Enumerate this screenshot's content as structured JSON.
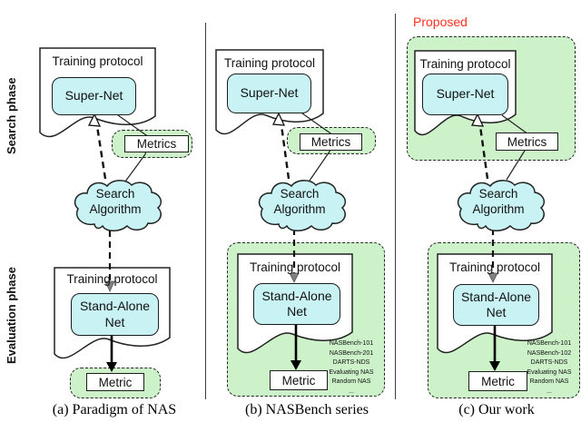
{
  "figure": {
    "phases": {
      "search": "Search phase",
      "evaluation": "Evaluation phase"
    },
    "proposed": "Proposed",
    "columns": [
      {
        "caption": "(a) Paradigm of NAS",
        "search": {
          "training_protocol": "Training protocol",
          "supernet": "Super-Net",
          "metrics": "Metrics"
        },
        "algorithm": "Search Algorithm",
        "evaluation": {
          "training_protocol": "Training protocol",
          "standalone": "Stand-Alone Net",
          "metric": "Metric"
        },
        "benchmarks": []
      },
      {
        "caption": "(b) NASBench series",
        "search": {
          "training_protocol": "Training protocol",
          "supernet": "Super-Net",
          "metrics": "Metrics"
        },
        "algorithm": "Search Algorithm",
        "evaluation": {
          "training_protocol": "Training protocol",
          "standalone": "Stand-Alone Net",
          "metric": "Metric"
        },
        "benchmarks": [
          "NASBench-101",
          "NASBench-201",
          "DARTS-NDS",
          "Evaluating NAS",
          "Random NAS",
          "..."
        ]
      },
      {
        "caption": "(c) Our work",
        "search": {
          "training_protocol": "Training protocol",
          "supernet": "Super-Net",
          "metrics": "Metrics"
        },
        "algorithm": "Search Algorithm",
        "evaluation": {
          "training_protocol": "Training protocol",
          "standalone": "Stand-Alone Net",
          "metric": "Metric"
        },
        "benchmarks": [
          "NASBench-101",
          "NASBench-102",
          "DARTS-NDS",
          "Evaluating NAS",
          "Random NAS",
          "..."
        ]
      }
    ],
    "colors": {
      "node_fill_cyan": "#c8f2f4",
      "highlight_fill_green": "#cdf2c9",
      "proposed_text_red": "#ff3220"
    }
  }
}
